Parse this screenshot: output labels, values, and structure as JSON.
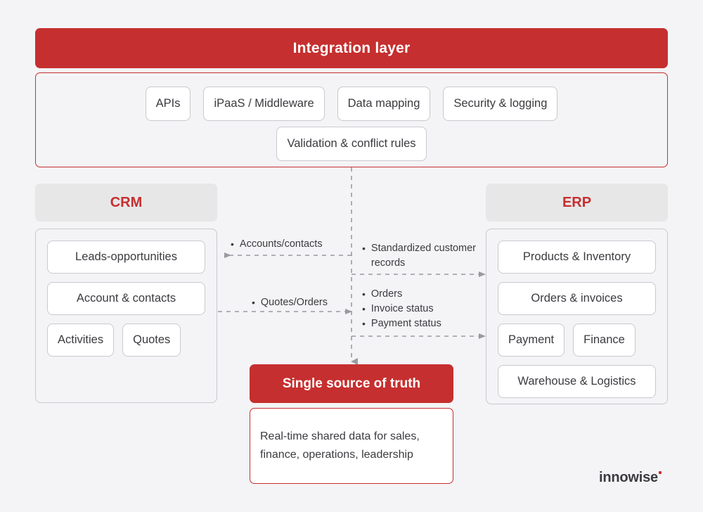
{
  "background_color": "#f4f4f6",
  "accent_color": "#c62f2f",
  "integration": {
    "title": "Integration layer",
    "row1": [
      "APIs",
      "iPaaS / Middleware",
      "Data mapping",
      "Security & logging"
    ],
    "row2": [
      "Validation & conflict rules"
    ]
  },
  "crm": {
    "header": "CRM",
    "rows": [
      [
        "Leads-opportunities"
      ],
      [
        "Account & contacts"
      ],
      [
        "Activities",
        "Quotes"
      ]
    ]
  },
  "erp": {
    "header": "ERP",
    "rows": [
      [
        "Products & Inventory"
      ],
      [
        "Orders & invoices"
      ],
      [
        "Payment",
        "Finance"
      ],
      [
        "Warehouse & Logistics"
      ]
    ]
  },
  "flows": {
    "accounts_contacts": [
      "Accounts/contacts"
    ],
    "quotes_orders": [
      "Quotes/Orders"
    ],
    "standardized": [
      "Standardized customer records"
    ],
    "orders_status": [
      "Orders",
      "Invoice status",
      "Payment status"
    ]
  },
  "ssot": {
    "title": "Single source of truth",
    "description": "Real-time shared data for sales, finance, operations, leadership"
  },
  "logo": {
    "text": "innowise"
  }
}
